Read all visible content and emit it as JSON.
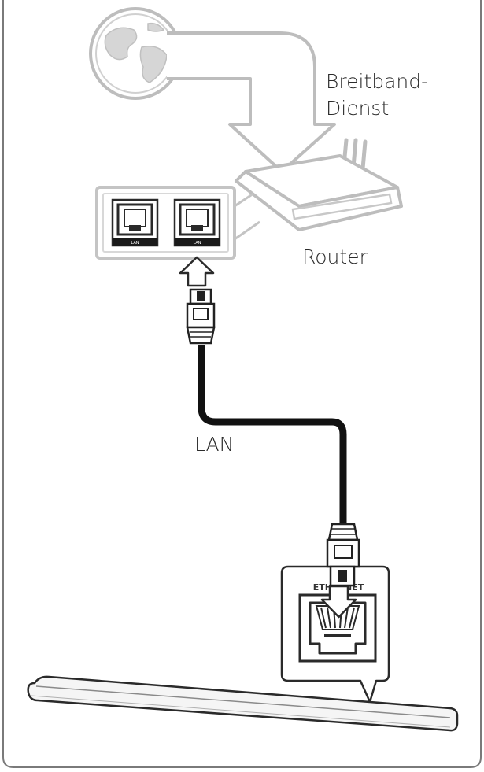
{
  "title": "",
  "labels": {
    "broadband_line1": "Breitband-",
    "broadband_line2": "Dienst",
    "router": "Router",
    "cable": "LAN",
    "device_port": "ETHERNET"
  },
  "router_ports": [
    "LAN",
    "LAN"
  ],
  "colors": {
    "line_art_light": "#bdbdbd",
    "line_art_dark": "#404040",
    "cable": "#111111",
    "frame": "#7a7a7a"
  }
}
